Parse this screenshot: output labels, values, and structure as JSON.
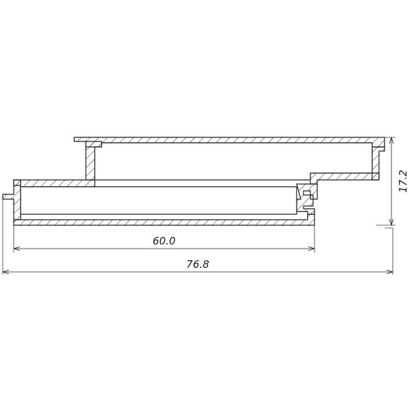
{
  "drawing": {
    "dimensions": {
      "inner_width": "60.0",
      "overall_width": "76.8",
      "height": "17.2"
    }
  }
}
